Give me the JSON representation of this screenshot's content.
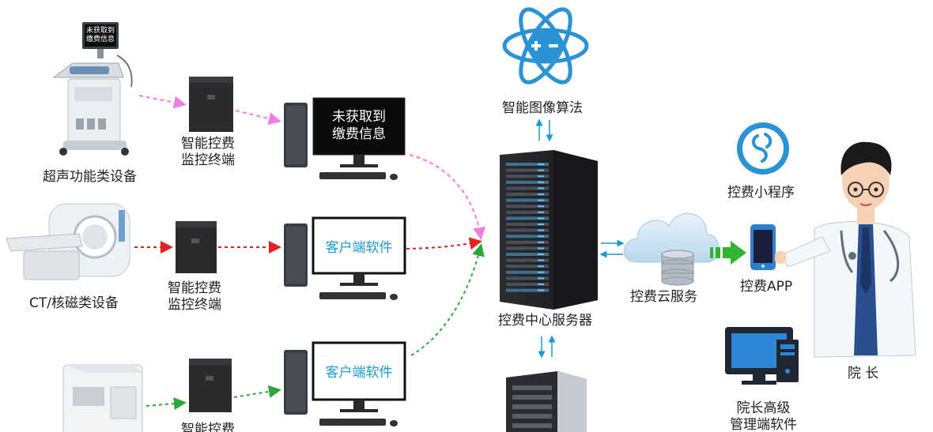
{
  "devices": {
    "ultrasound": "超声功能类设备",
    "ct": "CT/核磁类设备",
    "ultrasound_screen_line1": "未获取到",
    "ultrasound_screen_line2": "缴费信息"
  },
  "terminals": {
    "line1": "智能控费",
    "line2": "监控终端"
  },
  "workstations": {
    "ws1_line1": "未获取到",
    "ws1_line2": "缴费信息",
    "ws2": "客户端软件",
    "ws3": "客户端软件"
  },
  "center": {
    "algorithm": "智能图像算法",
    "server": "控费中心服务器",
    "cloud": "控费云服务"
  },
  "clients": {
    "mini_program": "控费小程序",
    "app": "控费APP",
    "admin_line1": "院长高级",
    "admin_line2": "管理端软件",
    "director": "院 长"
  },
  "colors": {
    "pink_arrow": "#f07de2",
    "red_arrow": "#e52020",
    "green_arrow": "#2aa83a",
    "blue_accent": "#1a9ad6",
    "algorithm_icon": "#2a93d5",
    "big_green_arrow": "#2fb52f"
  },
  "icons": {
    "algorithm": "atom-plus-minus-icon",
    "mini_program": "mini-program-icon",
    "cloud": "cloud-database-icon",
    "phone": "smartphone-icon",
    "admin": "desktop-computer-icon"
  }
}
